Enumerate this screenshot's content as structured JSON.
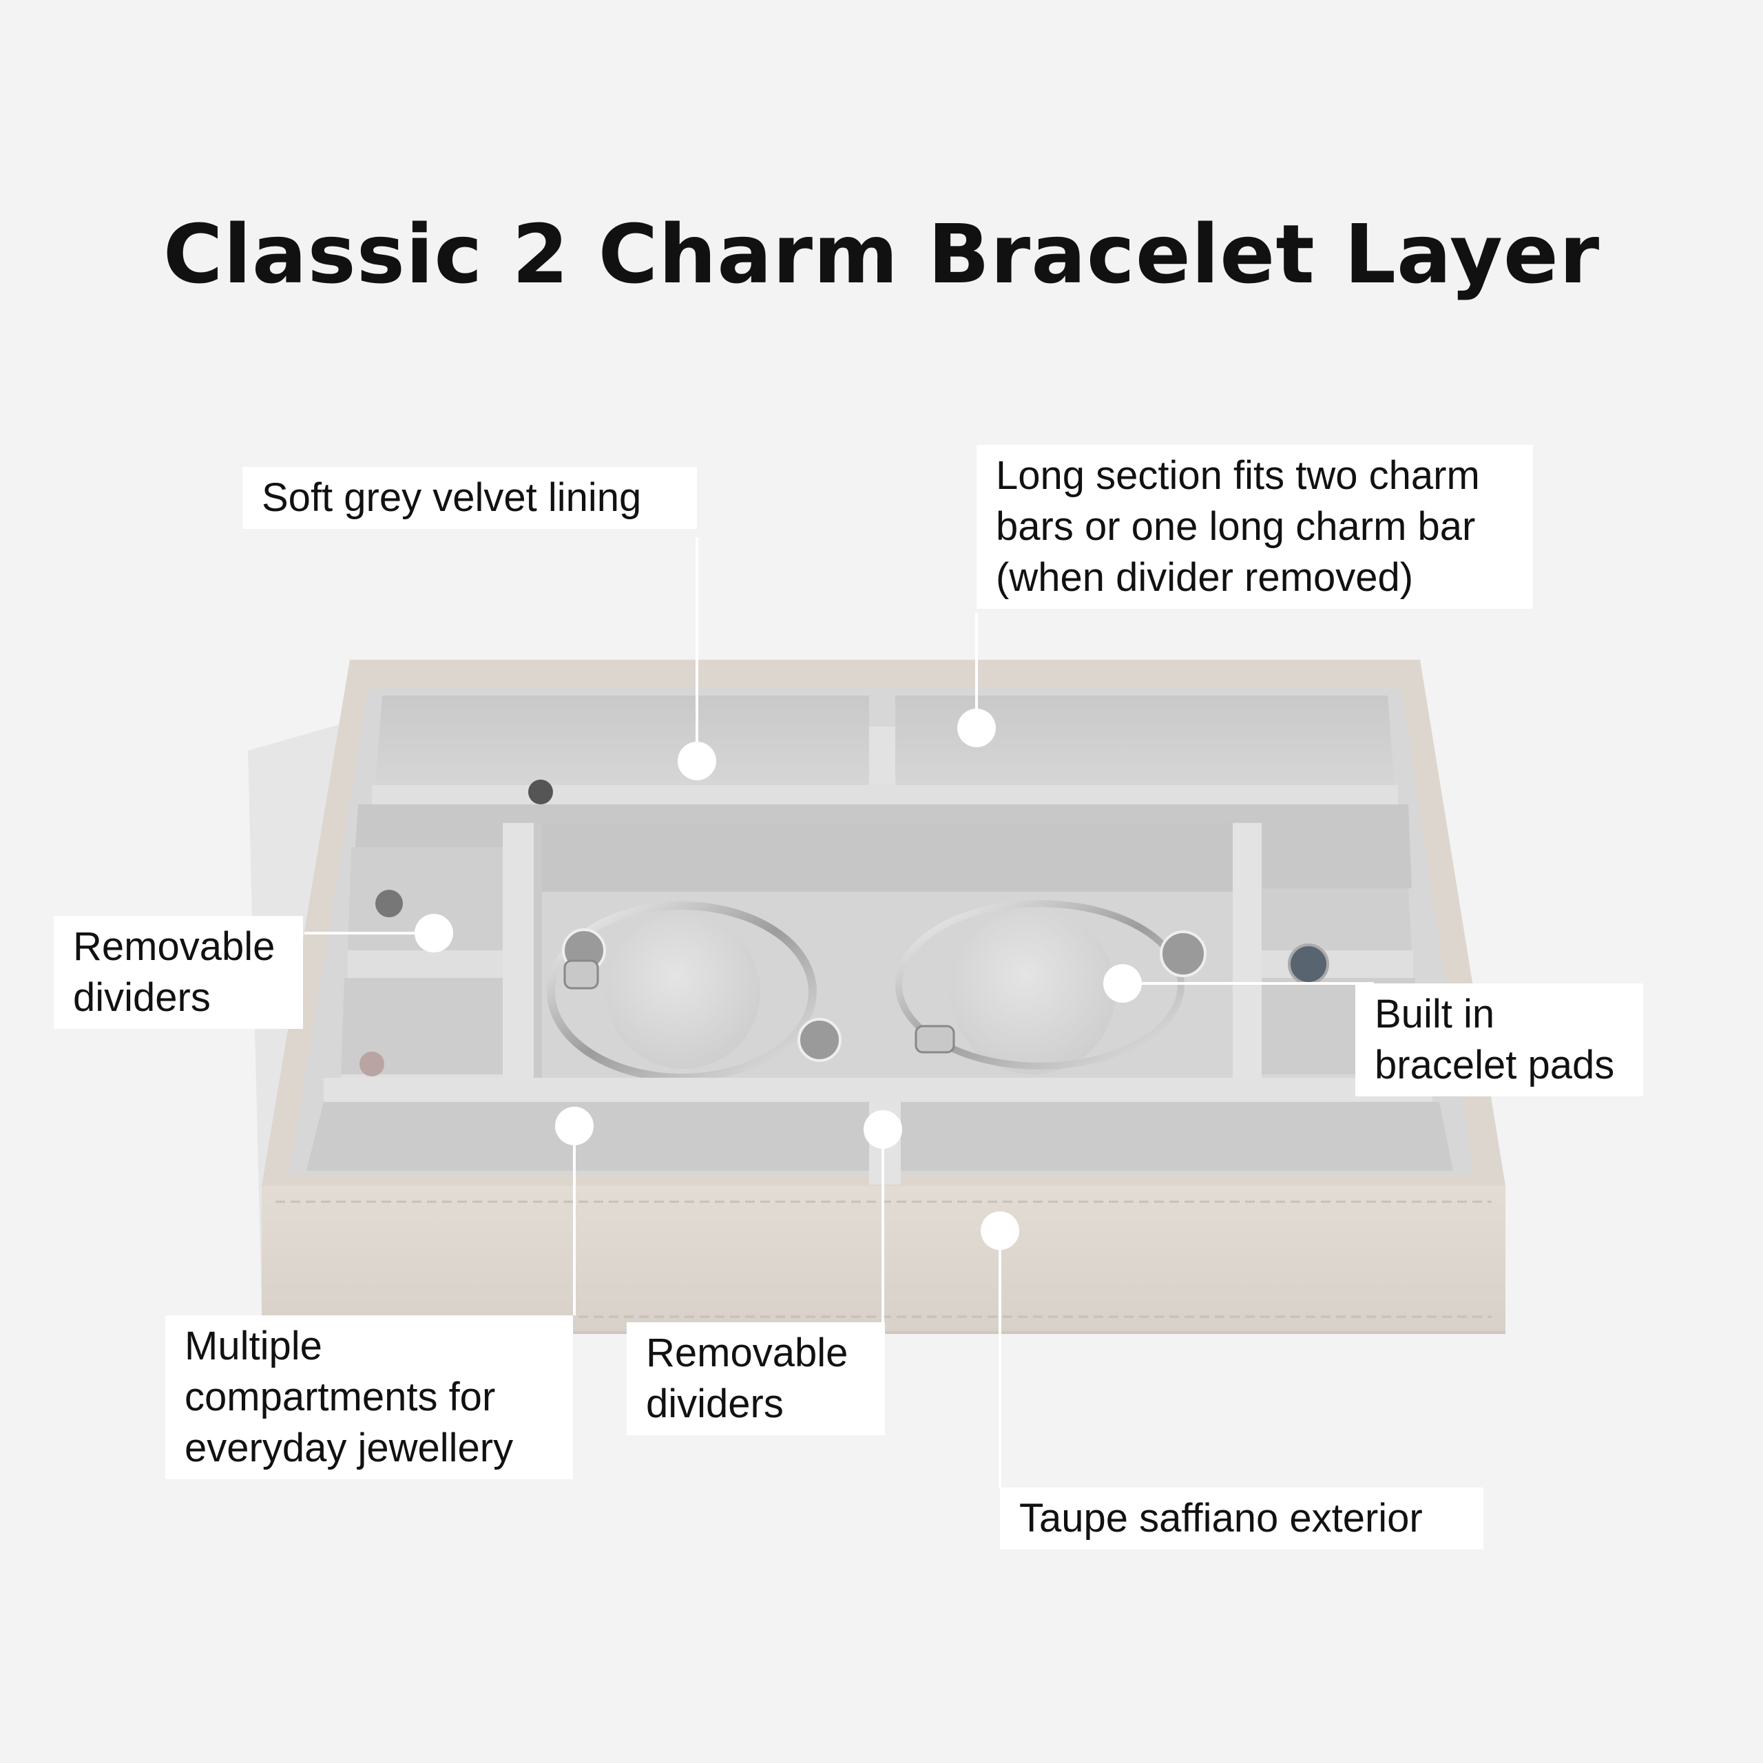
{
  "title": "Classic 2 Charm Bracelet Layer",
  "callouts": {
    "velvet": "Soft grey velvet lining",
    "long_section": "Long section fits two charm\nbars or one long charm bar\n(when divider removed)",
    "dividers_left": "Removable\ndividers",
    "bracelet_pads": "Built in\nbracelet pads",
    "compartments": "Multiple\ncompartments for\neveryday jewellery",
    "dividers_bottom": "Removable\ndividers",
    "exterior": "Taupe saffiano exterior"
  },
  "colors": {
    "background": "#f3f3f3",
    "taupe": "#ddd6cf",
    "velvet": "#cdcdcd",
    "velvet_light": "#dcdcdc"
  }
}
